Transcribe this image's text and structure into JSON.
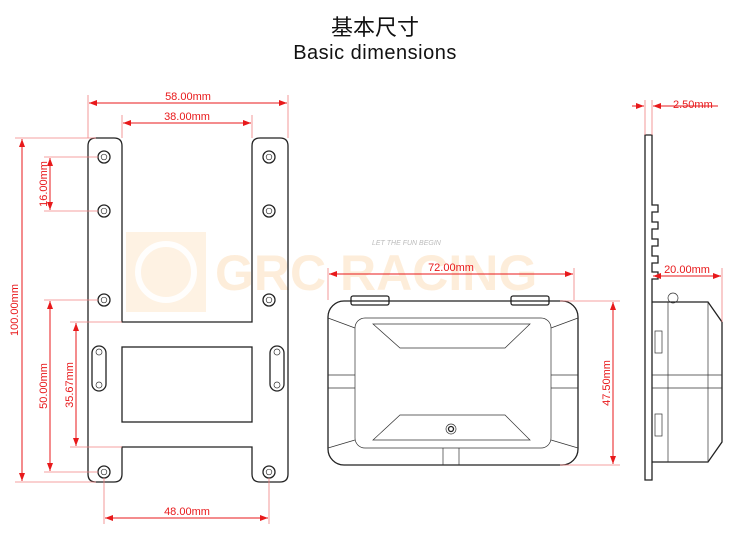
{
  "title_cn": "基本尺寸",
  "title_en": "Basic dimensions",
  "watermark": {
    "brand": "GRC RACING",
    "slogan": "LET THE FUN BEGIN"
  },
  "plate_view": {
    "width_outer": "58.00mm",
    "width_cutout": "38.00mm",
    "height_total": "100.00mm",
    "hole_spacing": "16.00mm",
    "lower_span": "50.00mm",
    "window_span": "35.67mm",
    "bottom_hole_spacing": "48.00mm"
  },
  "front_view": {
    "width": "72.00mm",
    "height": "47.50mm"
  },
  "side_view": {
    "plate_thickness": "2.50mm",
    "depth": "20.00mm"
  },
  "colors": {
    "dimension": "#e8191b",
    "outline": "#222222",
    "watermark": "#f7a23a"
  }
}
